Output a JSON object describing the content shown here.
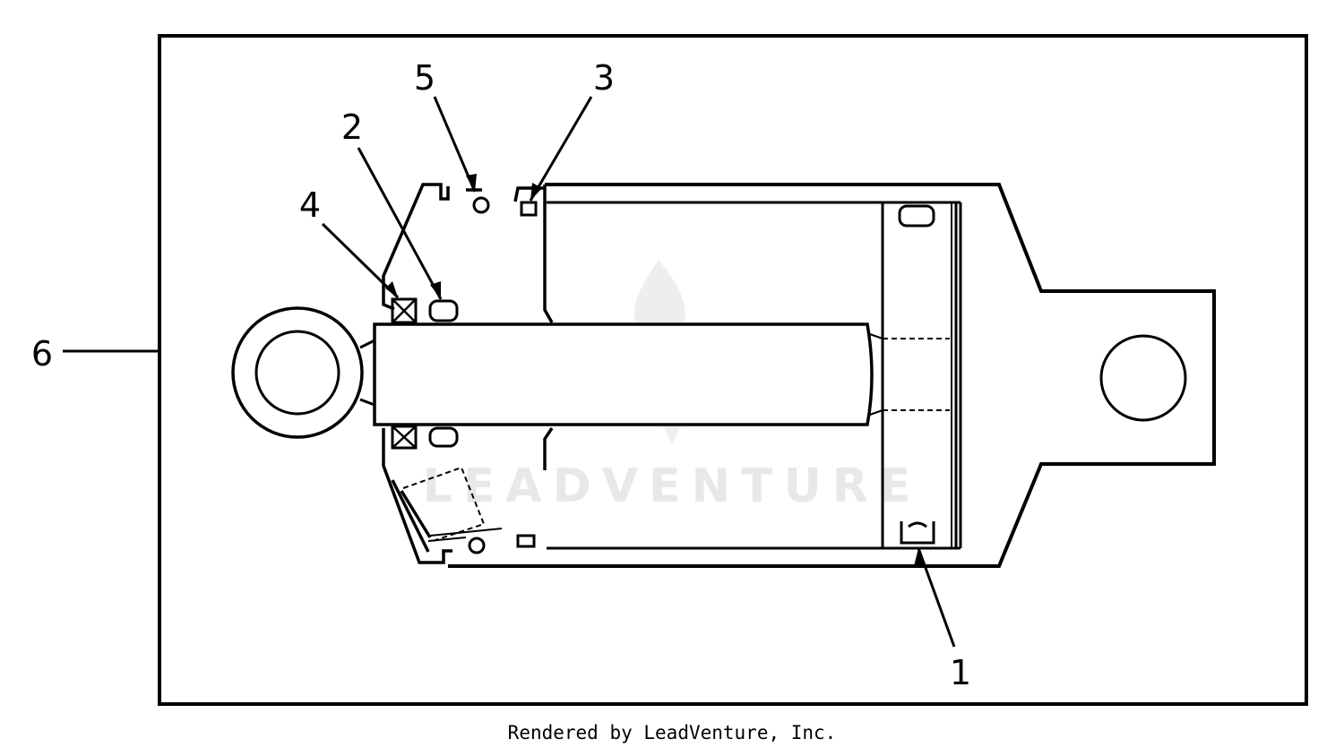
{
  "diagram": {
    "callouts": {
      "c1": "1",
      "c2": "2",
      "c3": "3",
      "c4": "4",
      "c5": "5",
      "c6": "6"
    },
    "watermark": "LEADVENTURE",
    "footer": "Rendered by LeadVenture, Inc."
  }
}
